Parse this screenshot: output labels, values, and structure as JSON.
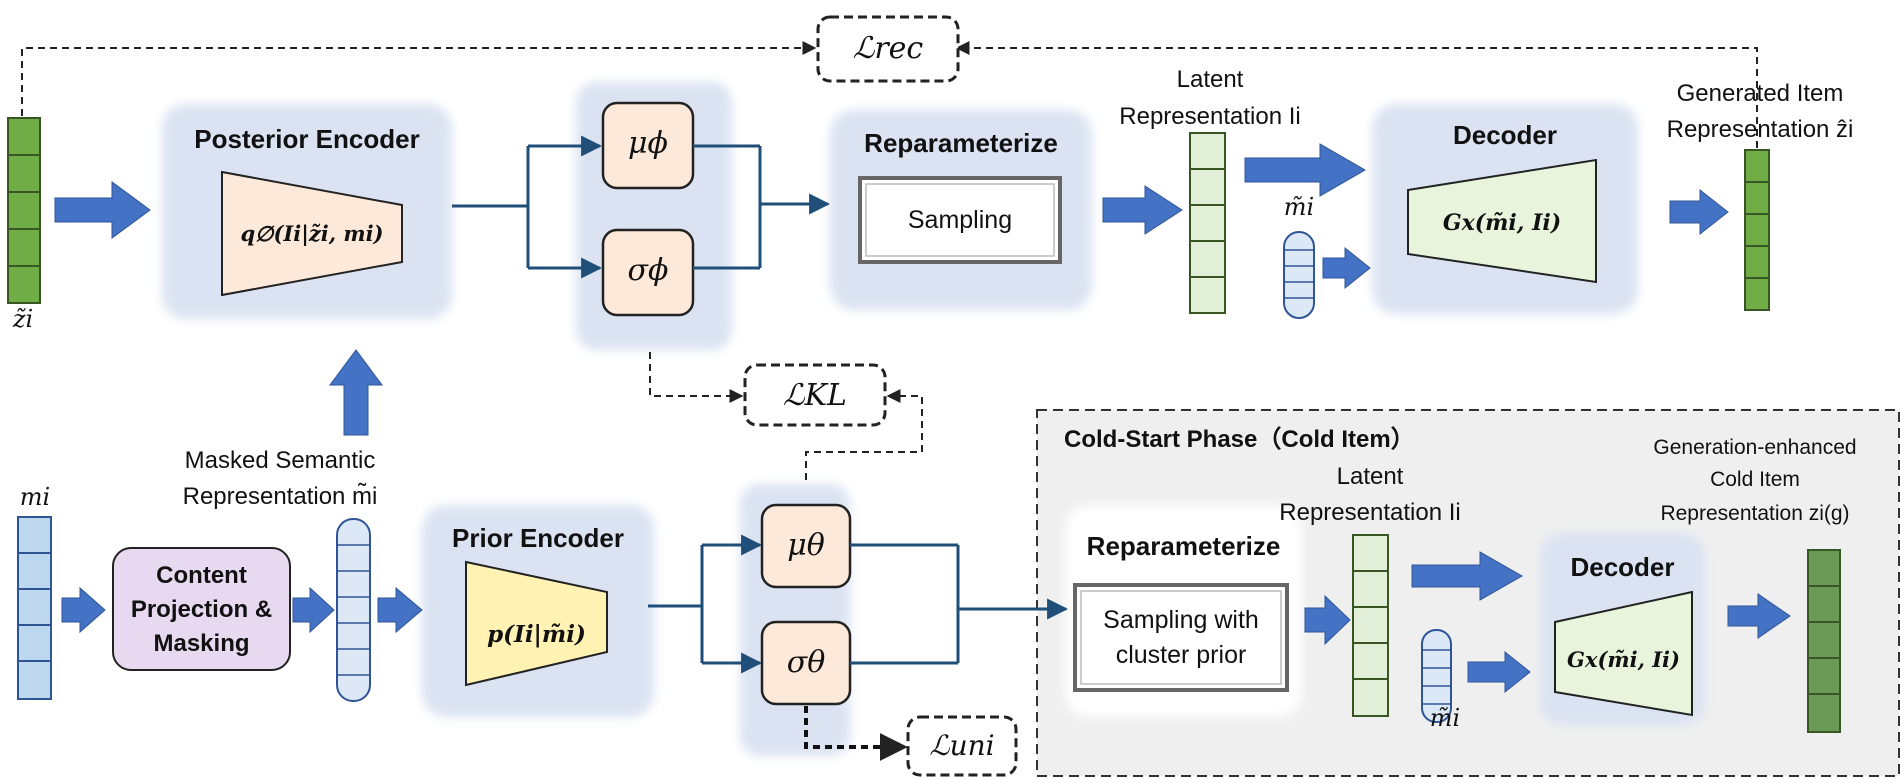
{
  "colors": {
    "arrow_fill": "#4472c4",
    "line": "#1f4e79",
    "green_cell": "#e2efd9",
    "green_dark": "#70ad47",
    "blue_cell": "#dde8f6",
    "encoder_fill": "#fde9d9",
    "prior_fill": "#fff2b3",
    "decoder_fill": "#e8f5dc",
    "mu_sigma_fill": "#fde9d9",
    "content_fill": "#e6d9f0",
    "module_bg": "#dbe3f2",
    "phase_bg": "#efefef"
  },
  "losses": {
    "rec": "ℒrec",
    "kl": "ℒKL",
    "uni": "ℒuni"
  },
  "top": {
    "input_label": "z̃i",
    "posterior_title": "Posterior Encoder",
    "posterior_formula": "q∅(Ii|z̃i, mi)",
    "mu": "μϕ",
    "sigma": "σϕ",
    "reparam_title": "Reparameterize",
    "sampling": "Sampling",
    "latent_line1": "Latent",
    "latent_line2": "Representation Ii",
    "mask_label": "m̃i",
    "decoder_title": "Decoder",
    "decoder_formula": "Gx(m̃i, Ii)",
    "generated_line1": "Generated Item",
    "generated_line2": "Representation ẑi"
  },
  "bottom": {
    "masked_line1": "Masked Semantic",
    "masked_line2": "Representation m̃i",
    "input_label": "mi",
    "content_text": [
      "Content",
      "Projection &",
      "Masking"
    ],
    "prior_title": "Prior Encoder",
    "prior_formula": "p(Ii|m̃i)",
    "mu": "μθ",
    "sigma": "σθ"
  },
  "cold": {
    "phase_title": "Cold-Start Phase（Cold Item）",
    "latent_line1": "Latent",
    "latent_line2": "Representation Ii",
    "reparam_title": "Reparameterize",
    "sampling_lines": [
      "Sampling with",
      "cluster prior"
    ],
    "mask_label": "m̃i",
    "decoder_title": "Decoder",
    "decoder_formula": "Gx(m̃i, Ii)",
    "gen_line1": "Generation-enhanced",
    "gen_line2": "Cold Item",
    "gen_line3": "Representation zi(g)"
  }
}
